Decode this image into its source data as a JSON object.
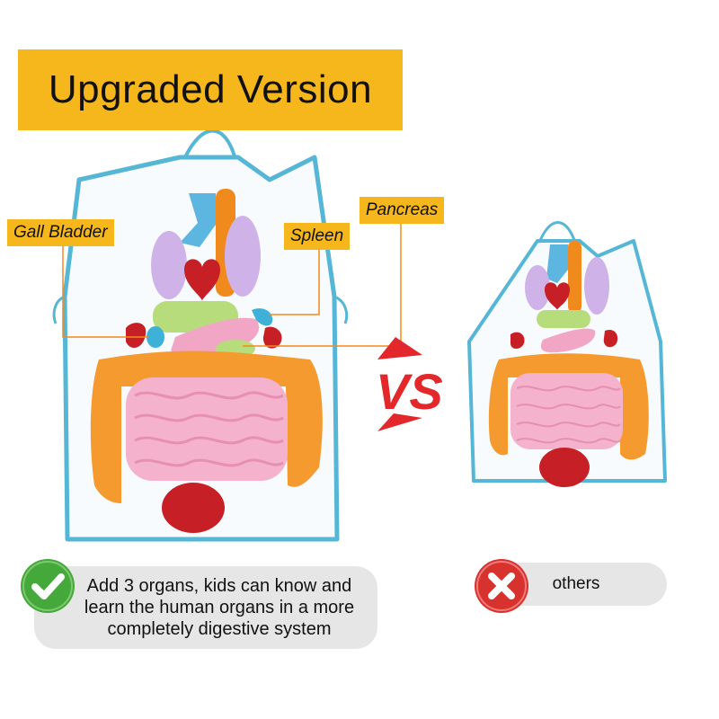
{
  "banner": {
    "title": "Upgraded  Version"
  },
  "labels": {
    "gall_bladder": "Gall Bladder",
    "spleen": "Spleen",
    "pancreas": "Pancreas"
  },
  "comparison": {
    "vs_text": "VS"
  },
  "features": {
    "upgraded_text": "Add 3 organs, kids can know and learn the human organs in a more completely digestive system",
    "others_text": "others"
  },
  "icons": {
    "check": "check-icon",
    "cross": "cross-icon"
  },
  "colors": {
    "banner_bg": "#f6b71c",
    "apron_trim": "#56b6d6",
    "check_green": "#45a83a",
    "cross_red": "#d8322f",
    "vs_red": "#e3282b",
    "pill_bg": "#e6e6e6"
  }
}
